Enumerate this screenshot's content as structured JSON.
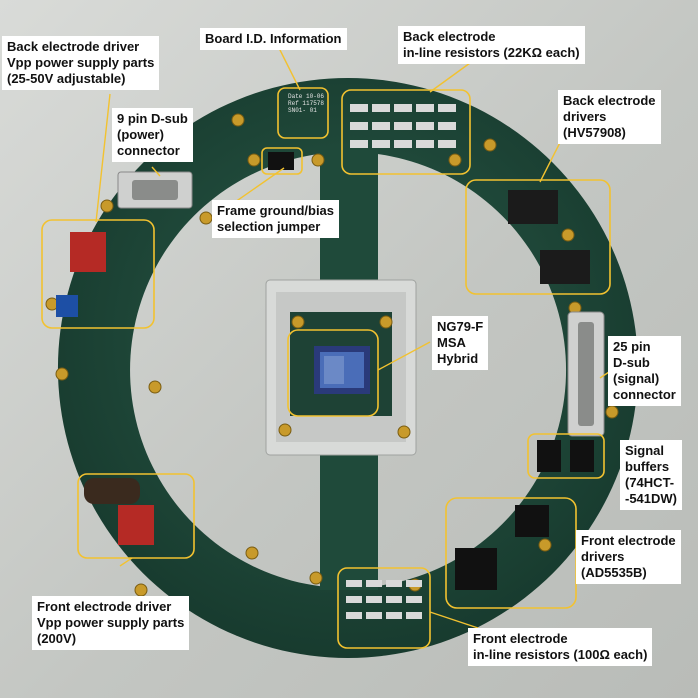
{
  "labels": {
    "back_vpp": "Back electrode driver\nVpp power supply parts\n(25-50V adjustable)",
    "board_id": "Board I.D. Information",
    "back_resistors": "Back electrode\nin-line resistors (22KΩ each)",
    "back_drivers": "Back electrode\ndrivers\n(HV57908)",
    "power_connector": "9 pin D-sub\n(power)\nconnector",
    "jumper": "Frame ground/bias\nselection jumper",
    "hybrid": "NG79-F\nMSA\nHybrid",
    "signal_connector": "25 pin\nD-sub\n(signal)\nconnector",
    "signal_buffers": "Signal\nbuffers\n(74HCT-\n-541DW)",
    "front_drivers": "Front electrode\ndrivers\n(AD5535B)",
    "front_vpp": "Front electrode driver\nVpp power supply parts\n(200V)",
    "front_resistors": "Front electrode\nin-line resistors (100Ω each)"
  },
  "pcb_silkscreen": {
    "board_text": "Date 10-06\nRef 117578\nSN01- 01"
  },
  "colors": {
    "pcb": "#1f4a3a",
    "highlight": "#f2c230"
  }
}
